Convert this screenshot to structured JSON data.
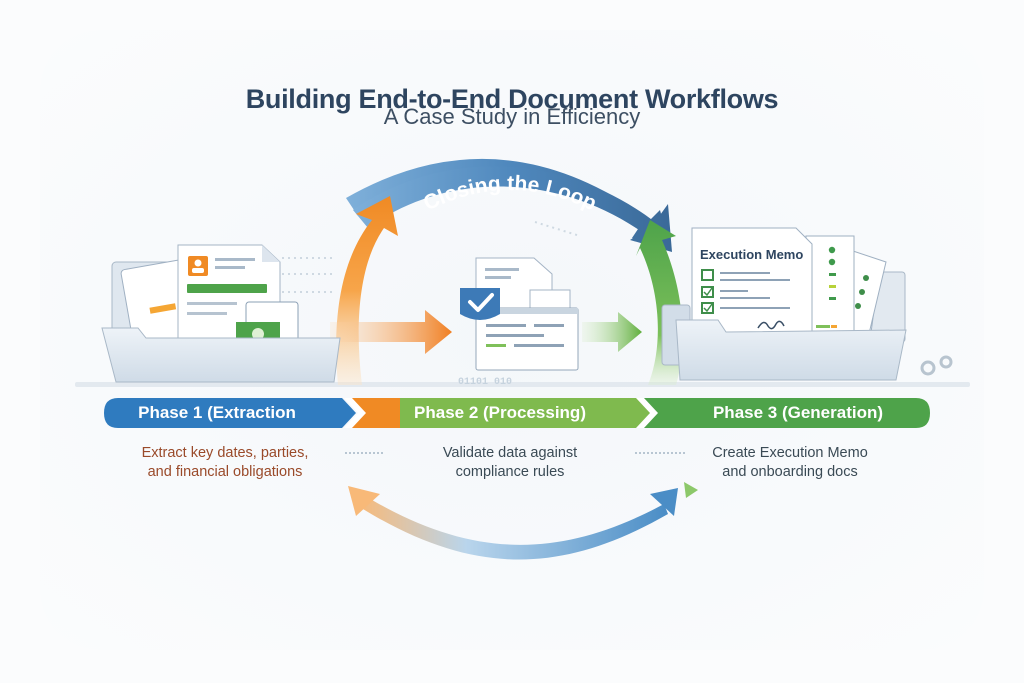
{
  "header": {
    "title": "Building End-to-End Document Workflows",
    "subtitle": "A Case Study in Efficiency"
  },
  "loop": {
    "label": "Closing the Loop"
  },
  "phases": [
    {
      "label": "Phase 1 (Extraction",
      "description_line1": "Extract key dates, parties,",
      "description_line2": "and financial obligations",
      "color": "#2f7bbf"
    },
    {
      "label": "Phase 2 (Processing)",
      "description_line1": "Validate data against",
      "description_line2": "compliance rules",
      "color": "#f08a24"
    },
    {
      "label": "Phase 3 (Generation)",
      "description_line1": "Create Execution Memo",
      "description_line2": "and onboarding docs",
      "color": "#4ea34a"
    }
  ],
  "illustrations": {
    "memo_title": "Execution Memo",
    "binary_text": "01101 010"
  },
  "colors": {
    "blue": "#2f7bbf",
    "dark_blue": "#3d6e9c",
    "orange": "#f08a24",
    "green": "#4ea34a",
    "title": "#2e4560"
  }
}
